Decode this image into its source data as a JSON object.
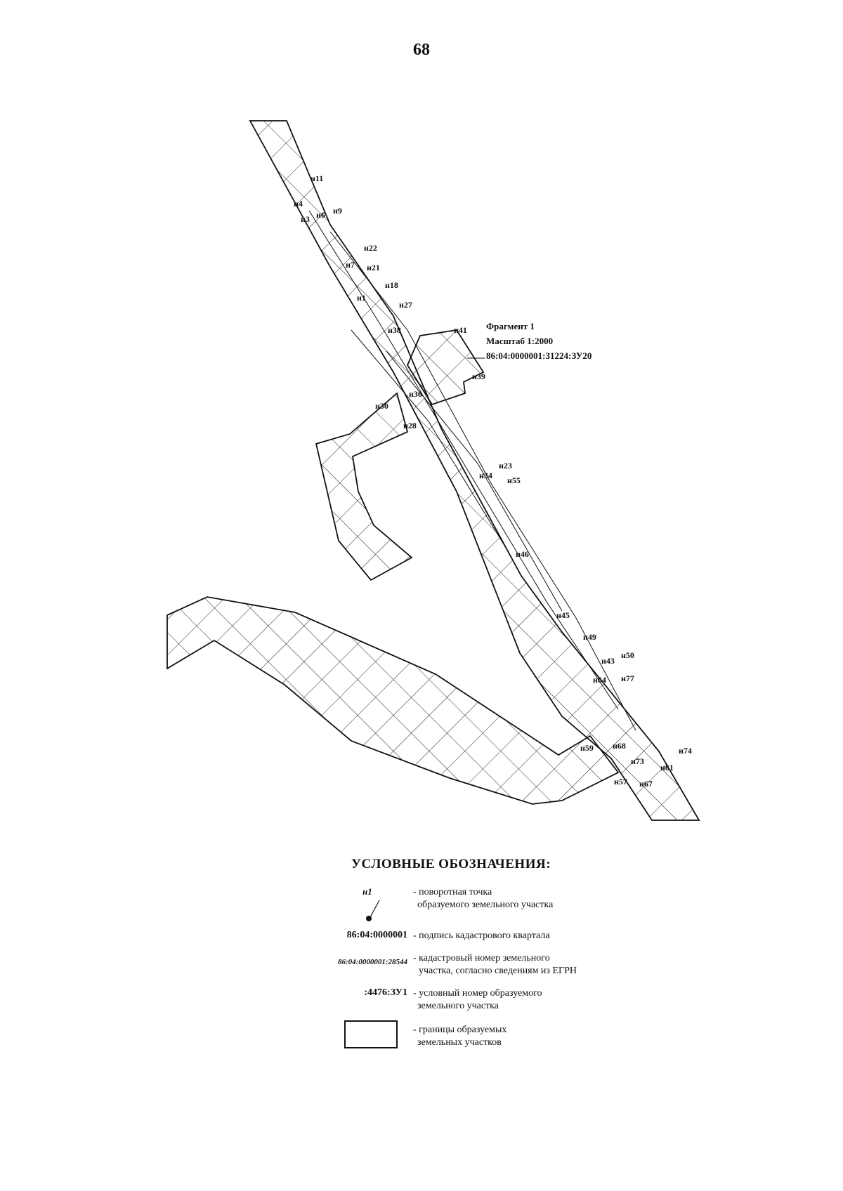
{
  "page": {
    "number": "68"
  },
  "map": {
    "fragment_title": "Фрагмент 1",
    "scale": "Масштаб 1:2000",
    "parcel_id": "86:04:0000001:31224:ЗУ20",
    "points": [
      "н11",
      "н4",
      "н6",
      "н9",
      "н3",
      "н22",
      "н7",
      "н21",
      "н18",
      "н1",
      "н27",
      "н38",
      "н41",
      "н39",
      "н36",
      "н30",
      "н28",
      "н23",
      "н34",
      "н55",
      "н46",
      "н45",
      "н49",
      "н50",
      "н43",
      "н64",
      "н77",
      "н74",
      "н59",
      "н68",
      "н73",
      "н61",
      "н57",
      "н67"
    ]
  },
  "legend": {
    "title": "УСЛОВНЫЕ ОБОЗНАЧЕНИЯ:",
    "items": [
      {
        "key": "н1",
        "text_line1": "- поворотная точка",
        "text_line2": "образуемого земельного участка"
      },
      {
        "key": "86:04:0000001",
        "text_line1": "- подпись кадастрового квартала",
        "text_line2": ""
      },
      {
        "key": "86:04:0000001:28544",
        "text_line1": "- кадастровый номер земельного",
        "text_line2": "участка, согласно сведениям из ЕГРН"
      },
      {
        "key": ":4476:ЗУ1",
        "text_line1": "- условный номер образуемого",
        "text_line2": "земельного участка"
      },
      {
        "key": "",
        "text_line1": "- границы образуемых",
        "text_line2": "земельных участков"
      }
    ]
  }
}
